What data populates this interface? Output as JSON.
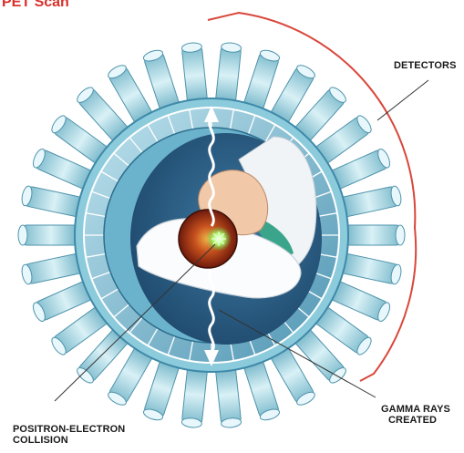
{
  "title": "PET Scan",
  "labels": {
    "detectors": "DETECTORS",
    "gamma_rays": [
      "GAMMA RAYS",
      "CREATED"
    ],
    "collision": [
      "POSITRON-ELECTRON",
      "COLLISION"
    ]
  },
  "colors": {
    "accent_line": "#d9473c",
    "detector": "#9fd3df",
    "ring": "#5aa7c4",
    "bore": "#2b5b80"
  }
}
